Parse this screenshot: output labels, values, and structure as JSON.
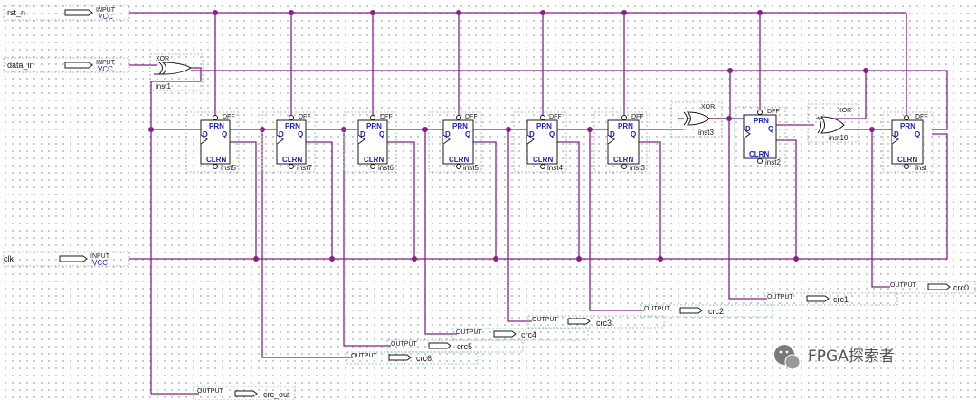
{
  "inputs": [
    {
      "name": "rst_n",
      "label": "rst_n",
      "tag": "INPUT",
      "default": "VCC"
    },
    {
      "name": "data_in",
      "label": "data_in",
      "tag": "INPUT",
      "default": "VCC"
    },
    {
      "name": "clk",
      "label": "clk",
      "tag": "INPUT",
      "default": "VCC"
    }
  ],
  "xor_gates": [
    {
      "type": "XOR",
      "inst": "inst1"
    },
    {
      "type": "XOR",
      "inst": "inst3"
    },
    {
      "type": "XOR",
      "inst": "inst10"
    }
  ],
  "dffs": [
    {
      "type": "DFF",
      "inst": "inst5"
    },
    {
      "type": "DFF",
      "inst": "inst7"
    },
    {
      "type": "DFF",
      "inst": "inst6"
    },
    {
      "type": "DFF",
      "inst": "inst5"
    },
    {
      "type": "DFF",
      "inst": "inst4"
    },
    {
      "type": "DFF",
      "inst": "inst3"
    },
    {
      "type": "DFF",
      "inst": "inst2"
    },
    {
      "type": "DFF",
      "inst": "inst"
    }
  ],
  "dff_ports": {
    "prn": "PRN",
    "d": "D",
    "q": "Q",
    "clrn": "CLRN"
  },
  "outputs": [
    {
      "name": "crc_out",
      "tag": "OUTPUT"
    },
    {
      "name": "crc6",
      "tag": "OUTPUT"
    },
    {
      "name": "crc5",
      "tag": "OUTPUT"
    },
    {
      "name": "crc4",
      "tag": "OUTPUT"
    },
    {
      "name": "crc3",
      "tag": "OUTPUT"
    },
    {
      "name": "crc2",
      "tag": "OUTPUT"
    },
    {
      "name": "crc1",
      "tag": "OUTPUT"
    },
    {
      "name": "crc0",
      "tag": "OUTPUT"
    }
  ],
  "watermark": "FPGA探索者"
}
